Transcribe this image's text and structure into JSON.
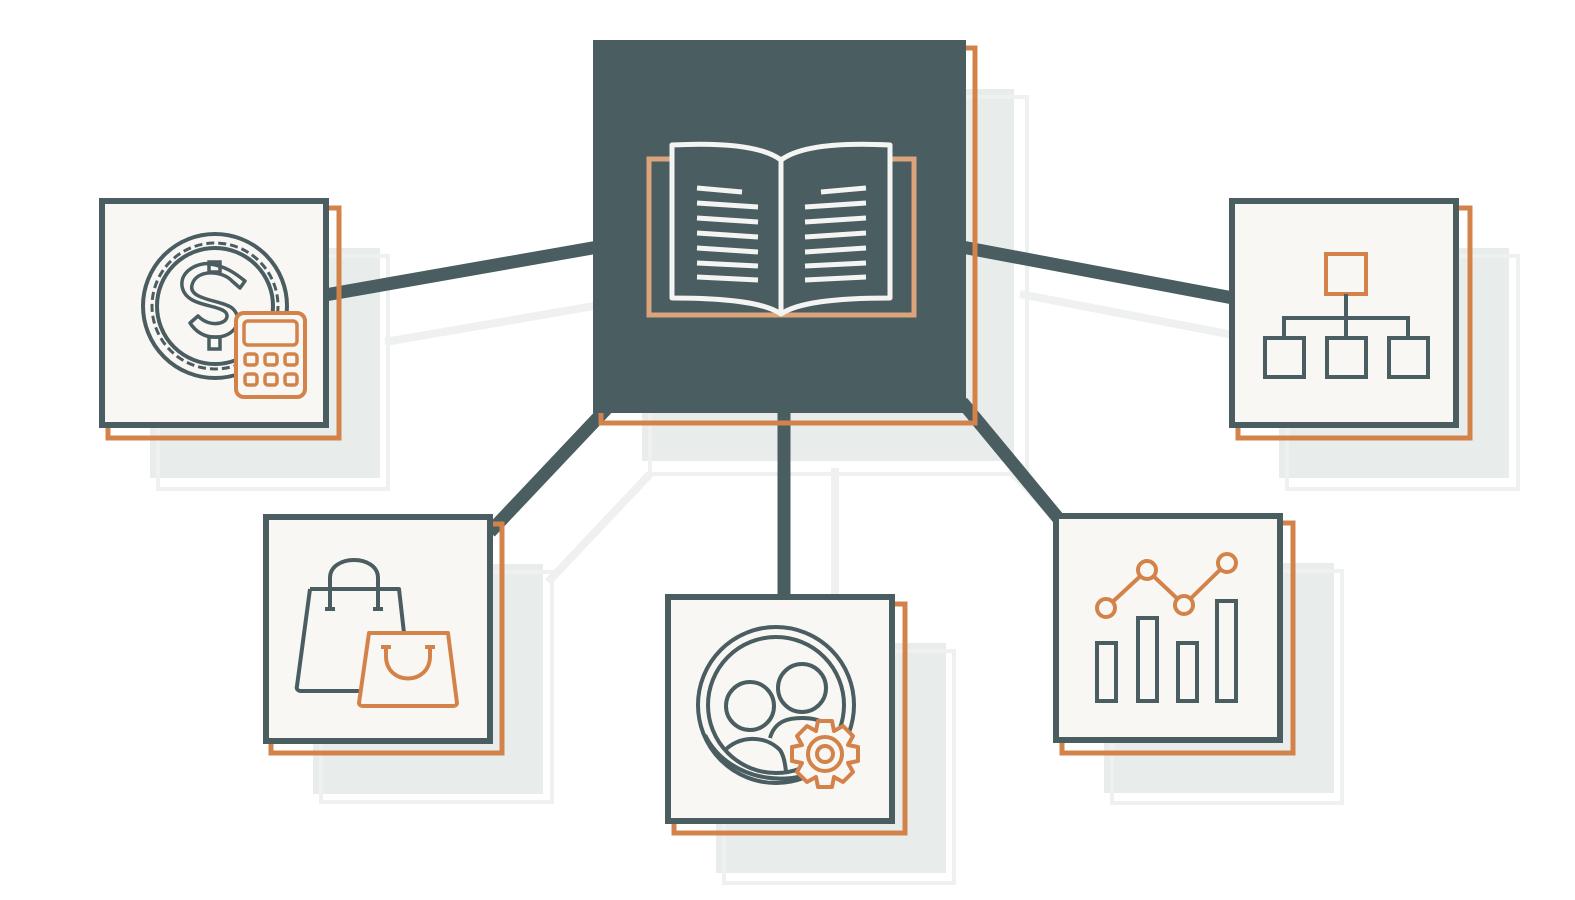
{
  "colors": {
    "background": "#ffffff",
    "slate": "#4a5d61",
    "orange": "#d3834a",
    "book_orange": "#dca47a",
    "card_fill": "#f9f7f4",
    "shadow": "#e8ecea",
    "shadow_line": "#eef1f0",
    "white": "#ffffff"
  },
  "diagram": {
    "hub": {
      "icon": "open-book-icon"
    },
    "nodes": [
      {
        "id": "finance",
        "icon": "dollar-coin-calculator-icon"
      },
      {
        "id": "shopping",
        "icon": "shopping-bags-icon"
      },
      {
        "id": "team",
        "icon": "people-gear-icon"
      },
      {
        "id": "analytics",
        "icon": "bar-line-chart-icon"
      },
      {
        "id": "hierarchy",
        "icon": "org-chart-icon"
      }
    ]
  }
}
